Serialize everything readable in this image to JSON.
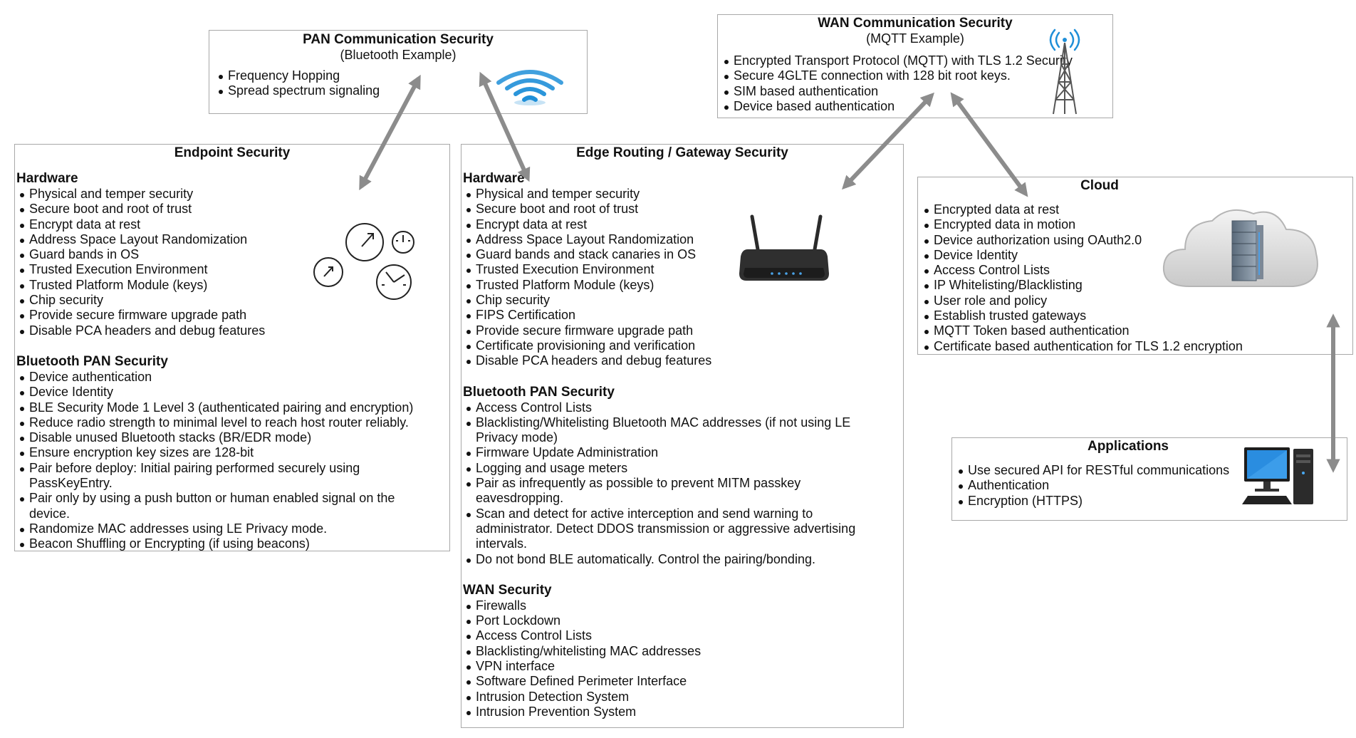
{
  "pan": {
    "title": "PAN Communication Security",
    "subtitle": "(Bluetooth Example)",
    "items": [
      "Frequency Hopping",
      "Spread spectrum signaling"
    ]
  },
  "wan_comm": {
    "title": "WAN Communication Security",
    "subtitle": "(MQTT Example)",
    "items": [
      "Encrypted Transport Protocol (MQTT) with TLS 1.2 Security",
      "Secure 4GLTE connection with 128 bit root keys.",
      "SIM based authentication",
      "Device based authentication"
    ]
  },
  "endpoint": {
    "title": "Endpoint Security",
    "hardware_heading": "Hardware",
    "hardware": [
      "Physical and temper security",
      "Secure boot and root of trust",
      "Encrypt data at rest",
      "Address Space Layout Randomization",
      "Guard bands in OS",
      "Trusted Execution Environment",
      "Trusted Platform Module (keys)",
      "Chip security",
      "Provide secure firmware upgrade path",
      "Disable PCA headers and debug features"
    ],
    "bt_heading": "Bluetooth PAN Security",
    "bt": [
      "Device authentication",
      "Device Identity",
      "BLE Security Mode 1 Level 3 (authenticated pairing and encryption)",
      "Reduce radio strength to minimal level to reach host router reliably.",
      "Disable unused Bluetooth stacks (BR/EDR mode)",
      "Ensure encryption key sizes are 128-bit",
      "Pair before deploy: Initial pairing performed securely using PassKeyEntry.",
      "Pair only by using a push button or human enabled signal on the device.",
      "Randomize MAC addresses using LE Privacy mode.",
      "Beacon Shuffling or Encrypting (if using beacons)"
    ]
  },
  "edge": {
    "title": "Edge Routing / Gateway Security",
    "hardware_heading": "Hardware",
    "hardware": [
      "Physical and temper security",
      "Secure boot and root of trust",
      "Encrypt data at rest",
      "Address Space Layout Randomization",
      "Guard bands and stack canaries in OS",
      "Trusted Execution Environment",
      "Trusted Platform Module (keys)",
      "Chip security",
      "FIPS Certification",
      "Provide secure firmware upgrade path",
      "Certificate provisioning and verification",
      "Disable PCA headers and debug features"
    ],
    "bt_heading": "Bluetooth PAN Security",
    "bt": [
      "Access Control Lists",
      "Blacklisting/Whitelisting Bluetooth MAC addresses (if not using LE Privacy mode)",
      "Firmware Update Administration",
      "Logging and usage meters",
      "Pair as infrequently as possible to prevent MITM passkey eavesdropping.",
      "Scan and detect for active interception and send warning to administrator.  Detect DDOS transmission or aggressive advertising intervals.",
      "Do not bond BLE automatically.  Control the pairing/bonding."
    ],
    "wan_heading": "WAN Security",
    "wan": [
      "Firewalls",
      "Port Lockdown",
      "Access Control Lists",
      "Blacklisting/whitelisting MAC addresses",
      "VPN interface",
      "Software Defined Perimeter Interface",
      "Intrusion Detection System",
      "Intrusion Prevention System"
    ]
  },
  "cloud": {
    "title": "Cloud",
    "items": [
      "Encrypted data at rest",
      "Encrypted data in motion",
      "Device authorization using OAuth2.0",
      "Device Identity",
      "Access Control Lists",
      "IP Whitelisting/Blacklisting",
      "User role and policy",
      "Establish trusted gateways",
      "MQTT Token based authentication",
      "Certificate based authentication for TLS 1.2 encryption"
    ]
  },
  "apps": {
    "title": "Applications",
    "items": [
      "Use secured API for RESTful communications",
      "Authentication",
      "Encryption (HTTPS)"
    ]
  },
  "icons": {
    "wifi": "wifi-icon",
    "tower": "cell-tower-icon",
    "gauges": "gauge-icons",
    "router": "router-icon",
    "cloud": "cloud-server-icon",
    "computer": "desktop-computer-icon"
  },
  "colors": {
    "border": "#a8a8a8",
    "arrow": "#8c8c8c",
    "wifi": "#1f8fd8",
    "router": "#2b2b2b"
  }
}
